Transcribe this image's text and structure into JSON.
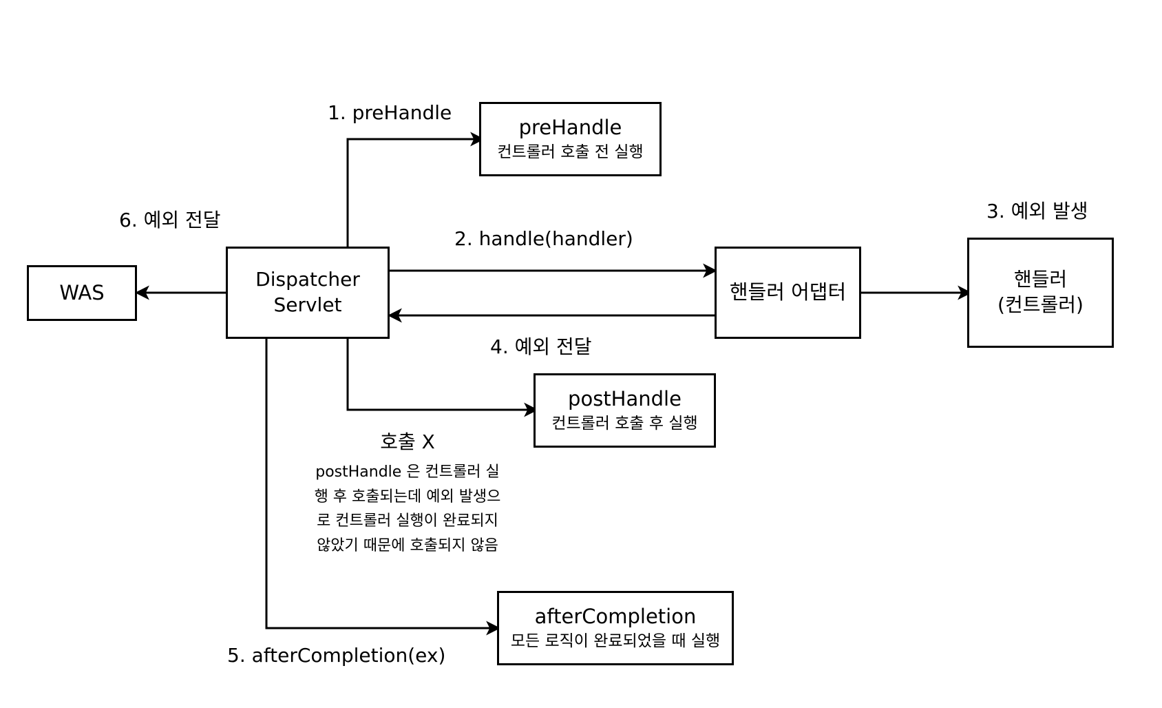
{
  "boxes": {
    "was": {
      "title": "WAS"
    },
    "dispatcher": {
      "title": "Dispatcher\nServlet"
    },
    "prehandle": {
      "title": "preHandle",
      "sub": "컨트롤러 호출 전 실행"
    },
    "adapter": {
      "title": "핸들러 어댑터"
    },
    "handler": {
      "title": "핸들러\n(컨트롤러)"
    },
    "posthandle": {
      "title": "postHandle",
      "sub": "컨트롤러 호출 후 실행"
    },
    "aftercompletion": {
      "title": "afterCompletion",
      "sub": "모든 로직이 완료되었을 때 실행"
    }
  },
  "labels": {
    "step1": "1. preHandle",
    "step2": "2. handle(handler)",
    "step3": "3. 예외 발생",
    "step4": "4. 예외 전달",
    "step5": "5. afterCompletion(ex)",
    "step6": "6. 예외 전달"
  },
  "note": {
    "head": "호출 X",
    "body": "postHandle 은 컨트롤러 실\n행 후 호출되는데 예외 발생으\n로 컨트롤러 실행이 완료되지\n않았기 때문에 호출되지 않음"
  }
}
